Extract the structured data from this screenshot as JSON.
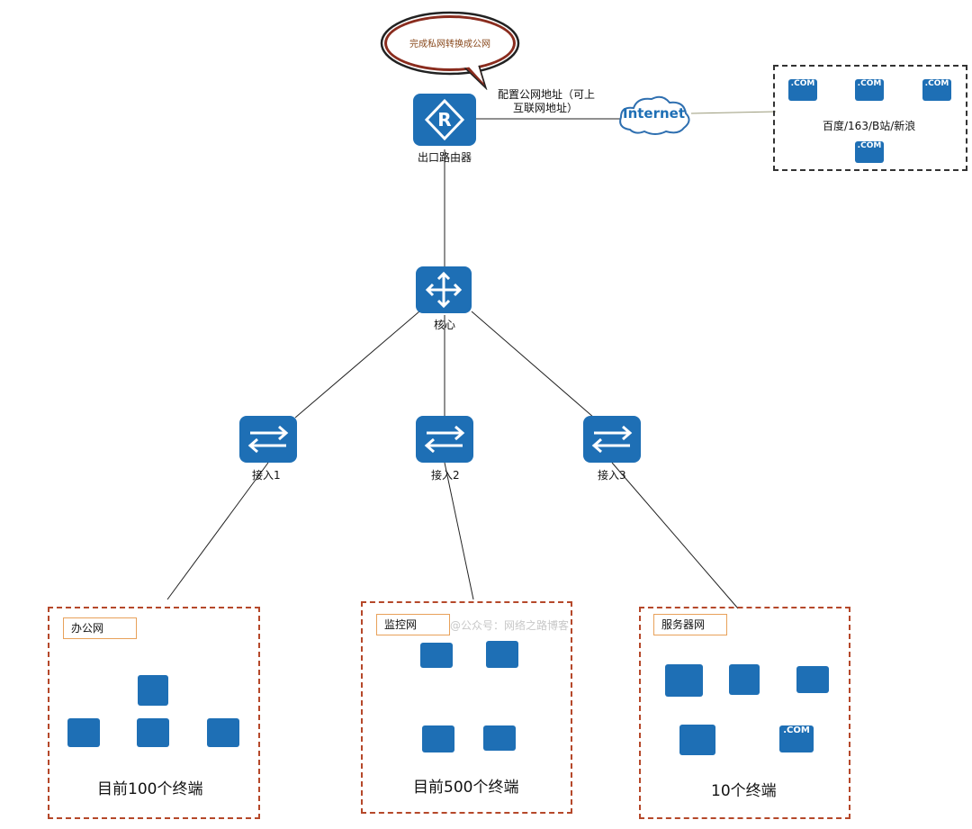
{
  "bubble": {
    "text": "完成私网转换成公网"
  },
  "router": {
    "label": "出口路由器",
    "wan_note_line1": "配置公网地址（可上",
    "wan_note_line2": "互联网地址）"
  },
  "internet": {
    "label": "Internet"
  },
  "sites": {
    "caption": "百度/163/B站/新浪",
    "badge": ".COM"
  },
  "core": {
    "label": "核心"
  },
  "access": [
    {
      "label": "接入1"
    },
    {
      "label": "接入2"
    },
    {
      "label": "接入3"
    }
  ],
  "zones": {
    "office": {
      "tag": "办公网",
      "count": "目前100个终端"
    },
    "monitor": {
      "tag": "监控网",
      "count": "目前500个终端"
    },
    "server": {
      "tag": "服务器网",
      "count": "10个终端"
    }
  },
  "watermark": "@公众号：网络之路博客",
  "colors": {
    "device_blue": "#1e6fb5",
    "zone_border": "#b5482a",
    "tag_border": "#e8a15a"
  }
}
